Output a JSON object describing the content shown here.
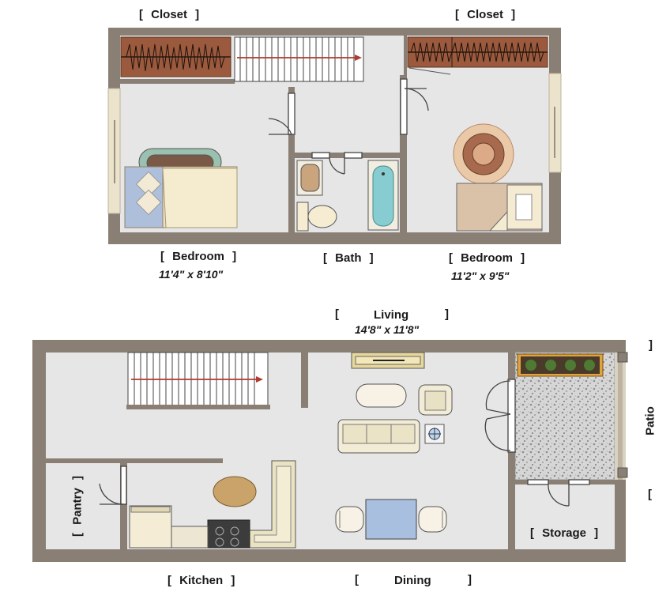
{
  "labels": {
    "closet_left": "[ Closet ]",
    "closet_right": "[ Closet ]",
    "bedroom_left": "[ Bedroom ]",
    "bedroom_left_dim": "11'4\" x 8'10\"",
    "bath": "[ Bath ]",
    "bedroom_right": "[ Bedroom ]",
    "bedroom_right_dim": "11'2\" x 9'5\"",
    "living": "Living",
    "living_dim": "14'8\" x 11'8\"",
    "patio": "Patio",
    "pantry": "[ Pantry ]",
    "storage": "[ Storage ]",
    "kitchen": "[ Kitchen ]",
    "dining": "Dining",
    "bracket_open": "[",
    "bracket_close": "]"
  },
  "colors": {
    "wall": "#8a7f74",
    "floor": "#e6e6e6",
    "closet_wood": "#9b5a3e",
    "stairs": "#ffffff",
    "stair_arrow": "#b03a2e",
    "bed": "#efe2bf",
    "tub": "#86ccd0",
    "rug_outer": "#e9c9a8",
    "rug_inner": "#a86a4e",
    "sofa": "#f2ecd6",
    "dining_table": "#a9bfdf",
    "coffee_table": "#c9a36a",
    "patio_stone": "#c9c9c9",
    "planter_plant": "#4f7a33"
  }
}
